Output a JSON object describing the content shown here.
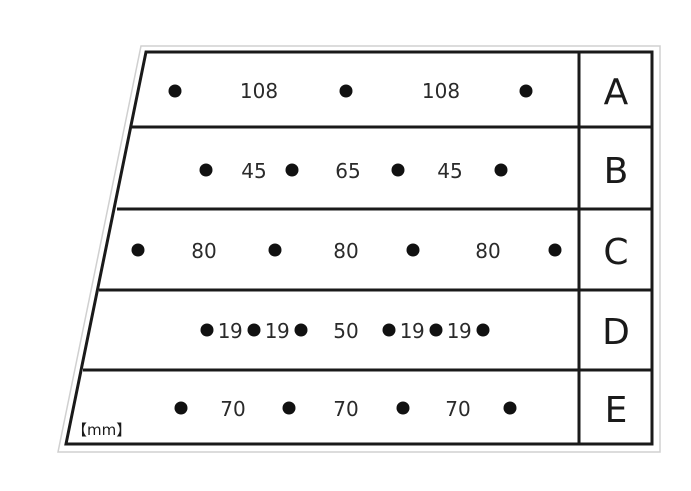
{
  "unit_label": "【mm】",
  "rows": [
    {
      "label": "A",
      "values": [
        "108",
        "108"
      ]
    },
    {
      "label": "B",
      "values": [
        "45",
        "65",
        "45"
      ]
    },
    {
      "label": "C",
      "values": [
        "80",
        "80",
        "80"
      ]
    },
    {
      "label": "D",
      "values": [
        "19",
        "19",
        "50",
        "19",
        "19"
      ]
    },
    {
      "label": "E",
      "values": [
        "70",
        "70",
        "70"
      ]
    }
  ],
  "colors": {
    "line": "#1a1a1a",
    "dot": "#111111",
    "text": "#2a2a2a",
    "outline": "#d0d0d0"
  }
}
